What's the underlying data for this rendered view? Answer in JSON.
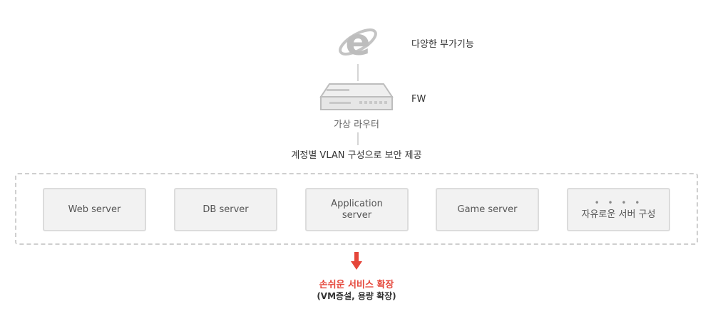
{
  "top": {
    "browser_label": "다양한 부가기능",
    "browser_icon": "internet-explorer-icon"
  },
  "router": {
    "fw_label": "FW",
    "name": "가상 라우터",
    "icon": "router-device-icon"
  },
  "vlan": {
    "label": "계정별 VLAN 구성으로 보안 제공"
  },
  "servers": [
    {
      "label": "Web server"
    },
    {
      "label": "DB server"
    },
    {
      "label": "Application\nserver"
    },
    {
      "label": "Game server"
    },
    {
      "label": "자유로운 서버 구성",
      "dots": "• • • •"
    }
  ],
  "expansion": {
    "title": "손쉬운 서비스 확장",
    "subtitle": "(VM증설, 용량 확장)",
    "arrow_color": "#e5463a"
  }
}
